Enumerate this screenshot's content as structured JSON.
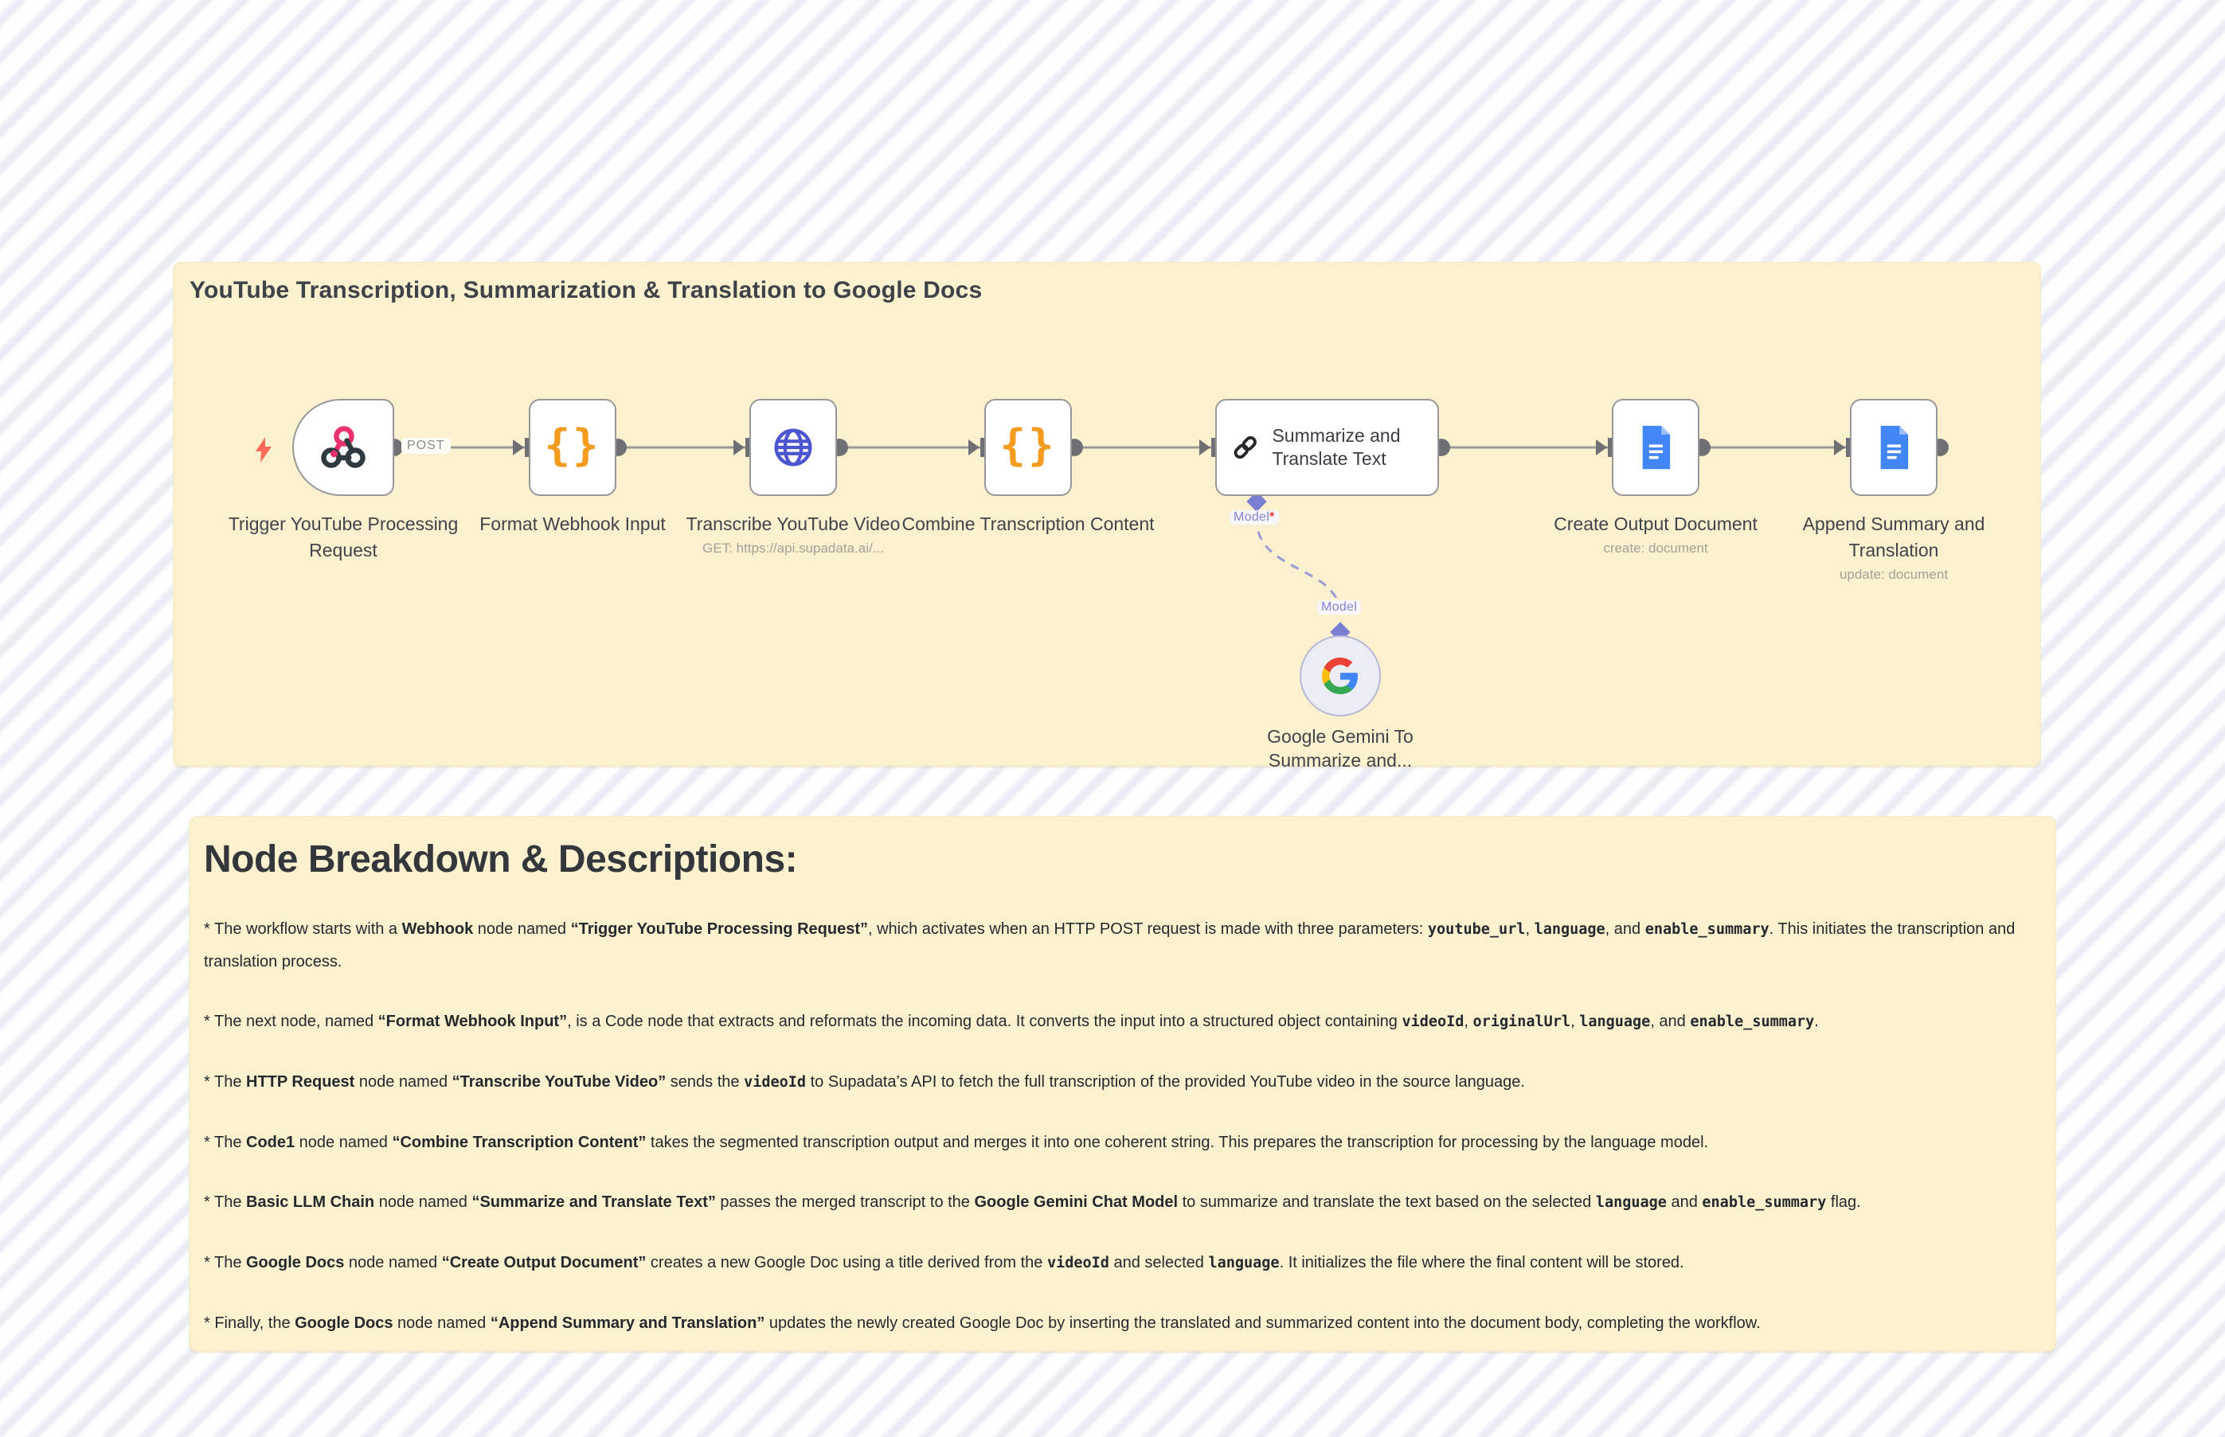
{
  "workflow": {
    "title": "YouTube Transcription, Summarization & Translation to Google Docs",
    "connection_labels": {
      "post": "POST",
      "model": "Model",
      "required_mark": "*"
    },
    "nodes": [
      {
        "id": "trigger",
        "label": "Trigger YouTube Processing Request",
        "icon": "webhook-icon"
      },
      {
        "id": "format",
        "label": "Format Webhook Input",
        "icon": "code-braces-icon"
      },
      {
        "id": "transcribe",
        "label": "Transcribe YouTube Video",
        "subtitle": "GET: https://api.supadata.ai/...",
        "icon": "globe-icon"
      },
      {
        "id": "combine",
        "label": "Combine Transcription Content",
        "icon": "code-braces-icon"
      },
      {
        "id": "summarize",
        "label": "Summarize and Translate Text",
        "icon": "chain-link-icon"
      },
      {
        "id": "create",
        "label": "Create Output Document",
        "subtitle": "create: document",
        "icon": "google-docs-icon"
      },
      {
        "id": "append",
        "label": "Append Summary and Translation",
        "subtitle": "update: document",
        "icon": "google-docs-icon"
      }
    ],
    "model_node": {
      "label_line1": "Google Gemini To",
      "label_line2": "Summarize and...",
      "icon": "google-g-icon"
    },
    "icon_glyphs": {
      "code_braces": "{}"
    }
  },
  "descriptions": {
    "heading": "Node Breakdown & Descriptions:",
    "bullets": [
      [
        {
          "t": "t",
          "s": "* The workflow starts with a "
        },
        {
          "t": "b",
          "s": "Webhook"
        },
        {
          "t": "t",
          "s": " node named "
        },
        {
          "t": "b",
          "s": "“Trigger YouTube Processing Request”"
        },
        {
          "t": "t",
          "s": ", which activates when an HTTP POST request is made with three parameters: "
        },
        {
          "t": "c",
          "s": "youtube_url"
        },
        {
          "t": "t",
          "s": ", "
        },
        {
          "t": "c",
          "s": "language"
        },
        {
          "t": "t",
          "s": ", and "
        },
        {
          "t": "c",
          "s": "enable_summary"
        },
        {
          "t": "t",
          "s": ". This initiates the transcription and translation process."
        }
      ],
      [
        {
          "t": "t",
          "s": "* The next node, named "
        },
        {
          "t": "b",
          "s": "“Format Webhook Input”"
        },
        {
          "t": "t",
          "s": ", is a Code node that extracts and reformats the incoming data. It converts the input into a structured object containing "
        },
        {
          "t": "c",
          "s": "videoId"
        },
        {
          "t": "t",
          "s": ", "
        },
        {
          "t": "c",
          "s": "originalUrl"
        },
        {
          "t": "t",
          "s": ", "
        },
        {
          "t": "c",
          "s": "language"
        },
        {
          "t": "t",
          "s": ", and "
        },
        {
          "t": "c",
          "s": "enable_summary"
        },
        {
          "t": "t",
          "s": "."
        }
      ],
      [
        {
          "t": "t",
          "s": "* The "
        },
        {
          "t": "b",
          "s": "HTTP Request"
        },
        {
          "t": "t",
          "s": " node named "
        },
        {
          "t": "b",
          "s": "“Transcribe YouTube Video”"
        },
        {
          "t": "t",
          "s": " sends the "
        },
        {
          "t": "c",
          "s": "videoId"
        },
        {
          "t": "t",
          "s": " to Supadata’s API to fetch the full transcription of the provided YouTube video in the source language."
        }
      ],
      [
        {
          "t": "t",
          "s": "* The "
        },
        {
          "t": "b",
          "s": "Code1"
        },
        {
          "t": "t",
          "s": " node named "
        },
        {
          "t": "b",
          "s": "“Combine Transcription Content”"
        },
        {
          "t": "t",
          "s": " takes the segmented transcription output and merges it into one coherent string. This prepares the transcription for processing by the language model."
        }
      ],
      [
        {
          "t": "t",
          "s": "* The "
        },
        {
          "t": "b",
          "s": "Basic LLM Chain"
        },
        {
          "t": "t",
          "s": " node named "
        },
        {
          "t": "b",
          "s": "“Summarize and Translate Text”"
        },
        {
          "t": "t",
          "s": " passes the merged transcript to the "
        },
        {
          "t": "b",
          "s": "Google Gemini Chat Model"
        },
        {
          "t": "t",
          "s": " to summarize and translate the text based on the selected "
        },
        {
          "t": "c",
          "s": "language"
        },
        {
          "t": "t",
          "s": " and "
        },
        {
          "t": "c",
          "s": "enable_summary"
        },
        {
          "t": "t",
          "s": " flag."
        }
      ],
      [
        {
          "t": "t",
          "s": "* The "
        },
        {
          "t": "b",
          "s": "Google Docs"
        },
        {
          "t": "t",
          "s": " node named "
        },
        {
          "t": "b",
          "s": "“Create Output Document”"
        },
        {
          "t": "t",
          "s": " creates a new Google Doc using a title derived from the "
        },
        {
          "t": "c",
          "s": "videoId"
        },
        {
          "t": "t",
          "s": " and selected "
        },
        {
          "t": "c",
          "s": "language"
        },
        {
          "t": "t",
          "s": ". It initializes the file where the final content will be stored."
        }
      ],
      [
        {
          "t": "t",
          "s": "* Finally, the "
        },
        {
          "t": "b",
          "s": "Google Docs"
        },
        {
          "t": "t",
          "s": " node named "
        },
        {
          "t": "b",
          "s": "“Append Summary and Translation”"
        },
        {
          "t": "t",
          "s": " updates the newly created Google Doc by inserting the translated and summarized content into the document body, completing the workflow."
        }
      ]
    ]
  },
  "colors": {
    "panel_bg": "#fcf1cf",
    "stripe": "#e9ebf4",
    "node_border": "#97989b",
    "connector_gray": "#9a9a9a",
    "connector_dot": "#6e7074",
    "webhook_pink": "#e9316d",
    "webhook_dark": "#2f3a40",
    "bolt_coral": "#ff6d5a",
    "braces_orange": "#f49c1f",
    "globe_indigo": "#4c55cf",
    "chain_dark": "#26272b",
    "docs_blue": "#4285f4",
    "model_purple": "#7b7fd2",
    "google_blue": "#4285F4",
    "google_green": "#34A853",
    "google_yellow": "#FBBC05",
    "google_red": "#EA4335"
  }
}
